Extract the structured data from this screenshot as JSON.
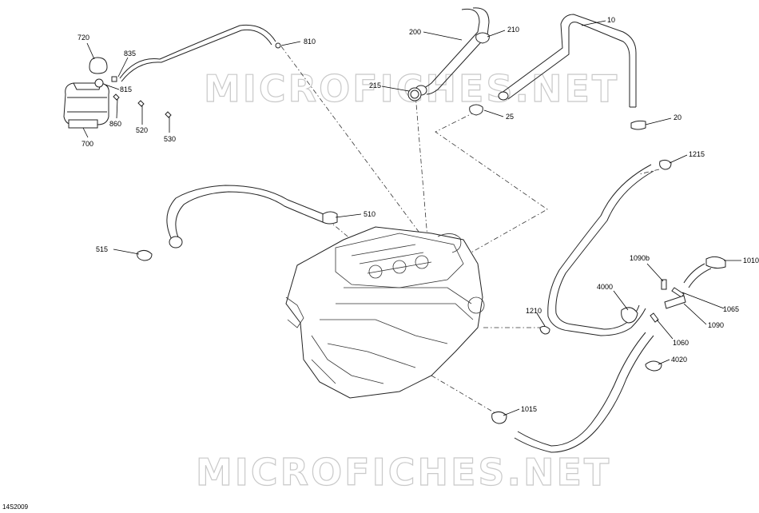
{
  "diagram_code": "14S2009",
  "watermark": "MICROFICHES.NET",
  "callouts": [
    "720",
    "835",
    "815",
    "700",
    "860",
    "520",
    "530",
    "810",
    "200",
    "210",
    "215",
    "10",
    "25",
    "20",
    "1215",
    "510",
    "515",
    "1010",
    "1090b",
    "4000",
    "1065",
    "1210",
    "1090",
    "1060",
    "4020",
    "1015"
  ]
}
